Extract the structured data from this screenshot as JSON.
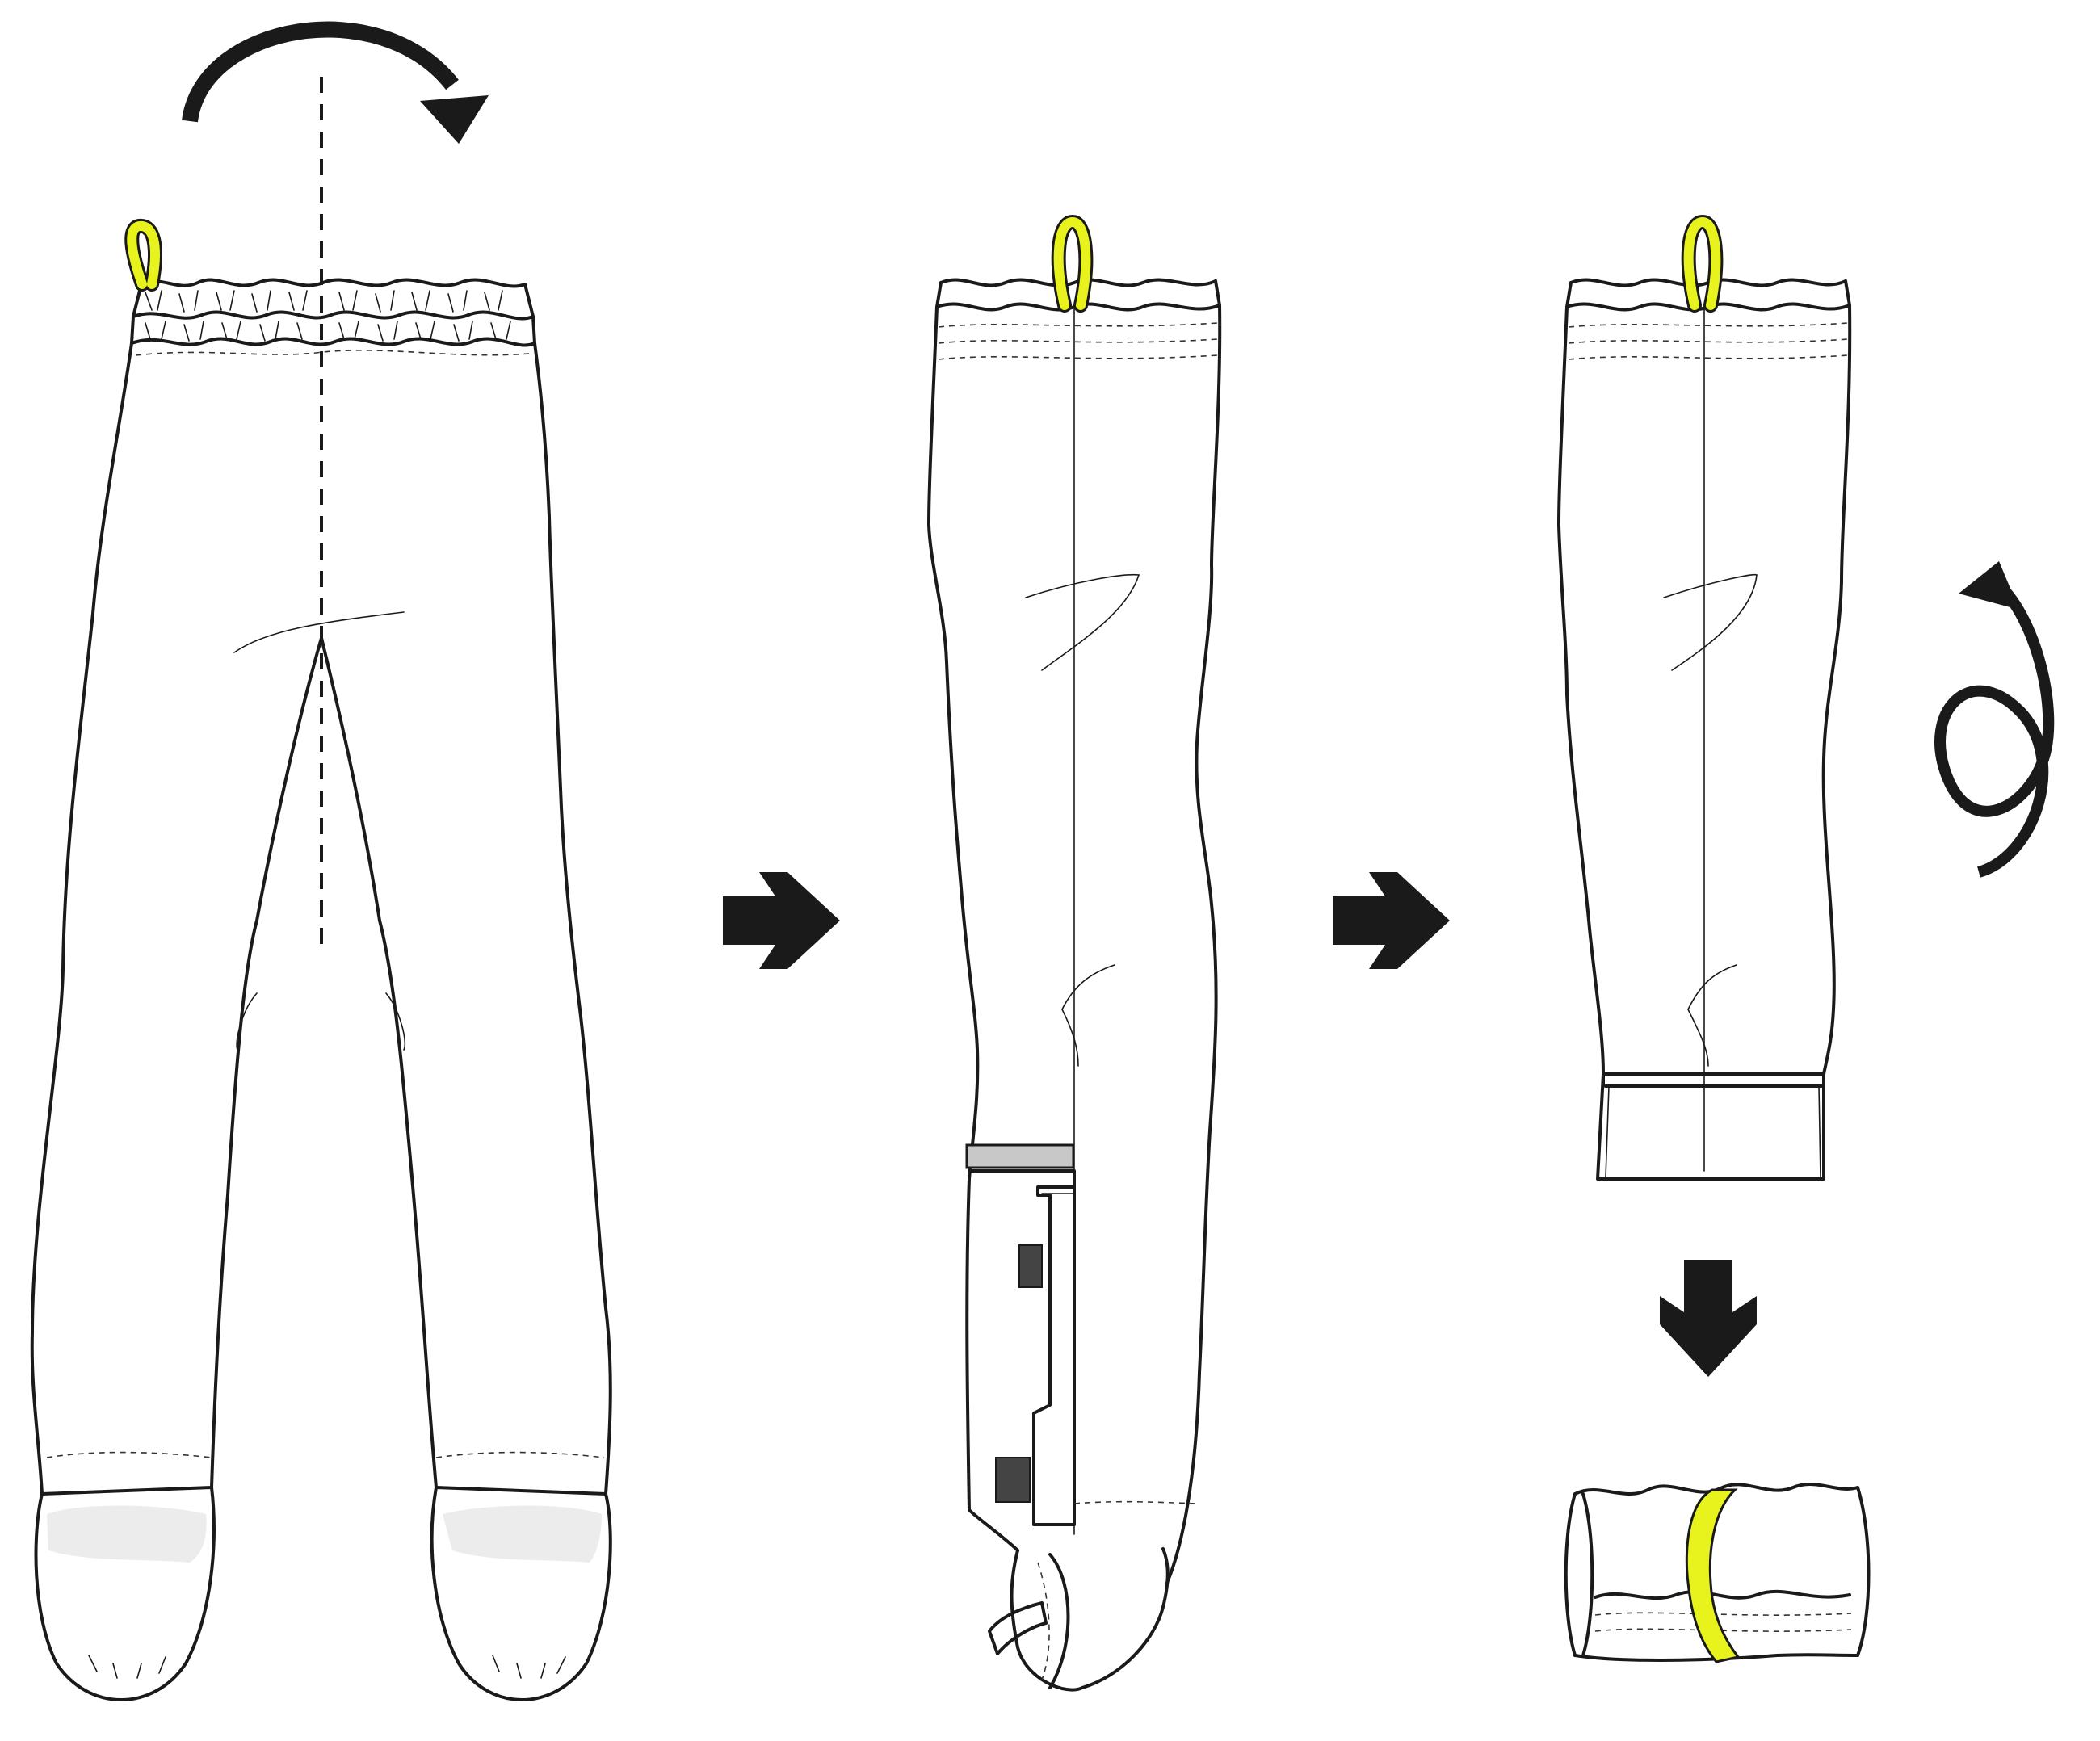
{
  "colors": {
    "background": "#ffffff",
    "line": "#1a1a1a",
    "loop_accent": "#e8f21d",
    "reflective_strip": "#c8c8c8",
    "foot_shade": "#ececec"
  },
  "steps": [
    {
      "id": "step-1",
      "icons": [
        "fold-over-arrow-icon",
        "centre-fold-line"
      ],
      "subject": "pants-front-view"
    },
    {
      "id": "step-2",
      "icons": [],
      "subject": "pants-folded-in-half"
    },
    {
      "id": "step-3",
      "icons": [
        "roll-up-arrow-icon"
      ],
      "subject": "pants-cuff-folded"
    },
    {
      "id": "step-4",
      "icons": [],
      "subject": "pants-rolled-bundle"
    }
  ],
  "connectors": [
    {
      "from": "step-1",
      "to": "step-2",
      "icon": "arrow-right-icon"
    },
    {
      "from": "step-2",
      "to": "step-3",
      "icon": "arrow-right-icon"
    },
    {
      "from": "step-3",
      "to": "step-4",
      "icon": "arrow-down-icon"
    }
  ]
}
